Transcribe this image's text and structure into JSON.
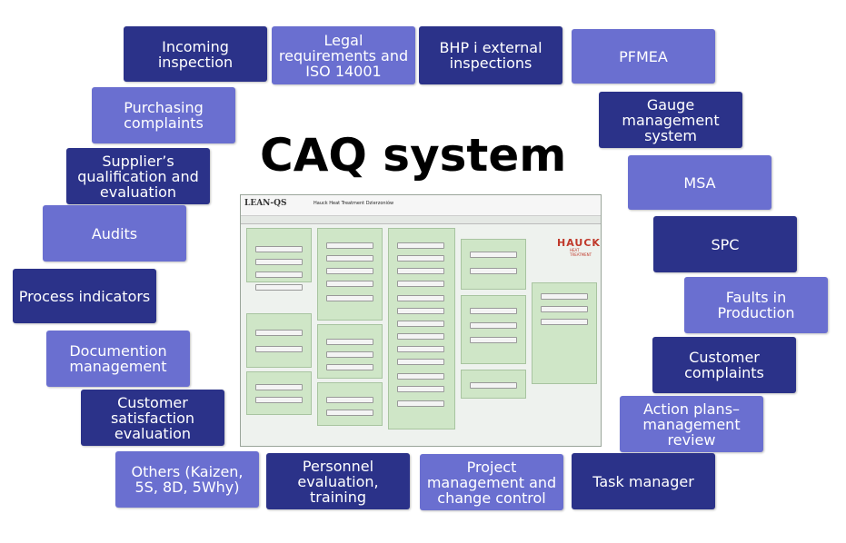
{
  "title": "CAQ system",
  "boxes": [
    {
      "id": "incoming",
      "label": "Incoming\ninspection",
      "tone": "dark"
    },
    {
      "id": "legal",
      "label": "Legal\nrequirements and\nISO 14001",
      "tone": "light"
    },
    {
      "id": "bhp",
      "label": "BHP i external\ninspections",
      "tone": "dark"
    },
    {
      "id": "pfmea",
      "label": "PFMEA",
      "tone": "light"
    },
    {
      "id": "purchasing",
      "label": "Purchasing\ncomplaints",
      "tone": "light"
    },
    {
      "id": "gauge",
      "label": "Gauge\nmanagement\nsystem",
      "tone": "dark"
    },
    {
      "id": "supplier",
      "label": "Supplier’s\nqualification and\nevaluation",
      "tone": "dark"
    },
    {
      "id": "msa",
      "label": "MSA",
      "tone": "light"
    },
    {
      "id": "audits",
      "label": "Audits",
      "tone": "light"
    },
    {
      "id": "spc",
      "label": "SPC",
      "tone": "dark"
    },
    {
      "id": "process",
      "label": "Process indicators",
      "tone": "dark"
    },
    {
      "id": "faults",
      "label": "Faults in\nProduction",
      "tone": "light"
    },
    {
      "id": "documention",
      "label": "Documention\nmanagement",
      "tone": "light"
    },
    {
      "id": "customer-complaints",
      "label": "Customer\ncomplaints",
      "tone": "dark"
    },
    {
      "id": "satisfaction",
      "label": "Customer\nsatisfaction\nevaluation",
      "tone": "dark"
    },
    {
      "id": "action",
      "label": "Action plans–\nmanagement\nreview",
      "tone": "light"
    },
    {
      "id": "others",
      "label": "Others (Kaizen,\n5S, 8D, 5Why)",
      "tone": "light"
    },
    {
      "id": "personnel",
      "label": "Personnel\nevaluation,\ntraining",
      "tone": "dark"
    },
    {
      "id": "project",
      "label": "Project\nmanagement and\nchange control",
      "tone": "light"
    },
    {
      "id": "task",
      "label": "Task manager",
      "tone": "dark"
    }
  ],
  "screenshot": {
    "app_name": "LEAN-QS",
    "company": "Hauck Heat Treatment Dzierzoniów",
    "brand": "HAUCK",
    "brand_sub": "HEAT TREATMENT"
  }
}
